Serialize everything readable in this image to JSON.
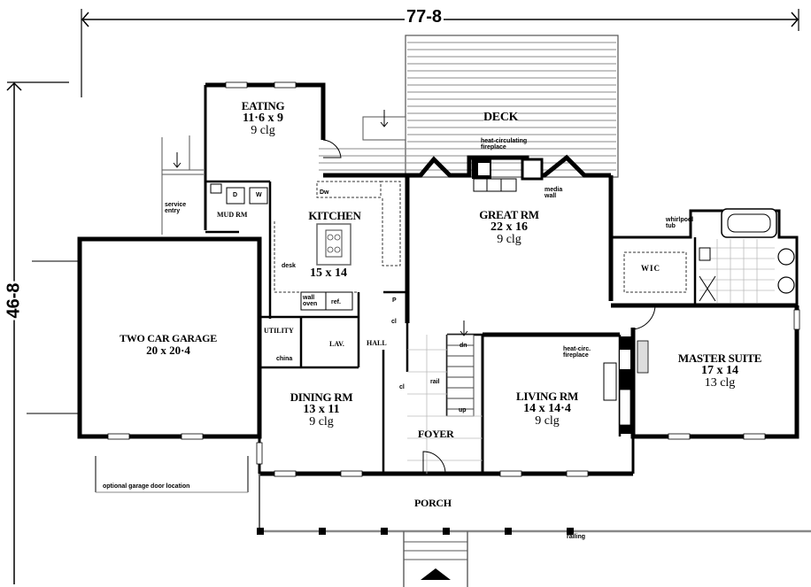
{
  "plan": {
    "overall_width": "77-8",
    "overall_depth": "46-8",
    "rooms": [
      {
        "id": "eating",
        "name": "EATING",
        "dims": "11·6 x 9",
        "ceiling": "9 clg"
      },
      {
        "id": "deck",
        "name": "DECK"
      },
      {
        "id": "kitchen",
        "name": "KITCHEN",
        "dims": "15 x 14"
      },
      {
        "id": "great_rm",
        "name": "GREAT RM",
        "dims": "22 x 16",
        "ceiling": "9 clg"
      },
      {
        "id": "mud_rm",
        "name": "MUD RM"
      },
      {
        "id": "garage",
        "name": "TWO CAR GARAGE",
        "dims": "20 x 20·4"
      },
      {
        "id": "utility",
        "name": "UTILITY"
      },
      {
        "id": "lav",
        "name": "LAV."
      },
      {
        "id": "hall",
        "name": "HALL"
      },
      {
        "id": "dining_rm",
        "name": "DINING RM",
        "dims": "13 x 11",
        "ceiling": "9 clg"
      },
      {
        "id": "foyer",
        "name": "FOYER"
      },
      {
        "id": "living_rm",
        "name": "LIVING RM",
        "dims": "14 x 14·4",
        "ceiling": "9 clg"
      },
      {
        "id": "master_suite",
        "name": "MASTER SUITE",
        "dims": "17 x 14",
        "ceiling": "13 clg"
      },
      {
        "id": "wic",
        "name": "WIC"
      },
      {
        "id": "porch",
        "name": "PORCH"
      }
    ],
    "annotations": {
      "heat_fireplace_great": "heat-circulating fireplace",
      "media_wall": "media wall",
      "whirlpool_tub": "whirlpool tub",
      "service_entry": "service entry",
      "desk": "desk",
      "wall_oven": "wall oven",
      "ref": "ref.",
      "china": "china",
      "pantry": "P",
      "closet_1": "cl",
      "closet_2": "cl",
      "rail": "rail",
      "dn": "dn",
      "up": "up",
      "heat_fireplace_living": "heat-circ. fireplace",
      "garage_door_option": "optional garage door location",
      "railing": "railing",
      "dw": "Dw",
      "dryer": "D",
      "washer": "W"
    }
  }
}
